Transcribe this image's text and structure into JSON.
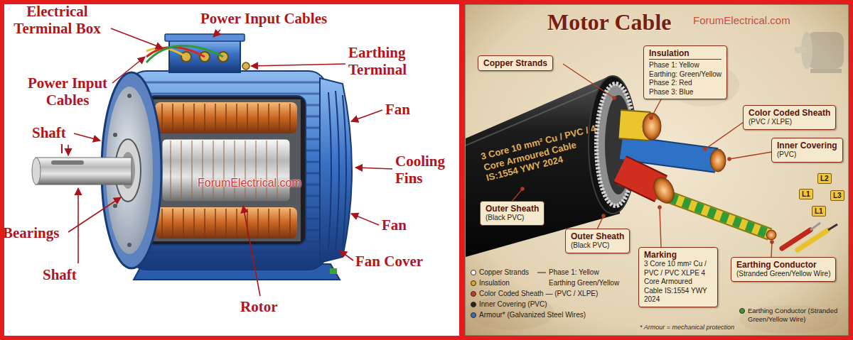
{
  "diagram": {
    "title": "Motor Cable",
    "nodes": [
      {
        "text": [
          "Copper Strands"
        ]
      },
      {
        "text": [
          "Insulation",
          "Phase 1: Yellow",
          "Earthing: Green/Yellow",
          "Phase 2: Red",
          "Phase 3: Blue"
        ]
      },
      {
        "text": [
          "Color Coded Sheath",
          "(PVC / XLPE)"
        ]
      },
      {
        "text": [
          "Inner Covering",
          "(PVC)"
        ]
      },
      {
        "text": [
          "L2"
        ]
      },
      {
        "text": [
          "L1"
        ]
      },
      {
        "text": [
          "L3"
        ]
      },
      {
        "text": [
          "L1"
        ]
      },
      {
        "text": [
          "Outer Sheath",
          "(Black PVC)"
        ]
      },
      {
        "text": [
          "Outer Sheath",
          "(Black PVC)"
        ]
      },
      {
        "text": [
          "Marking",
          "3 Core 10 mm² Cu / PVC / PVC XLPE 4 Core Armoured Cable IS:1554 YWY 2024"
        ]
      },
      {
        "text": [
          "Earthing Conductor",
          "(Stranded Green/Yellow Wire)"
        ]
      }
    ],
    "labels": [
      "Electrical Terminal Box",
      "Power Input Cables",
      "Earthing Terminal",
      "Power Input Cables",
      "Fan",
      "Shaft",
      "Cooling Fins",
      "ForumElectrical.com",
      "Fan",
      "Bearings",
      "Fan Cover",
      "Shaft",
      "Rotor",
      "ForumElectrical.com",
      "3 Core 10 mm² Cu / PVC / 4 Core Armoured Cable IS:1554 YWY 2024",
      "Phase 1: Yellow",
      "Earthing Green/Yellow",
      "* Armour = mechanical protection"
    ],
    "legend": [
      {
        "text": "Copper Strands",
        "color": "#ffffff"
      },
      {
        "text": "Insulation",
        "color": "#e0a820"
      },
      {
        "text": "Color Coded Sheath — (PVC / XLPE)",
        "color": "#c0392b"
      },
      {
        "text": "Inner Covering (PVC)",
        "color": "#222222"
      },
      {
        "text": "Armour* (Galvanized Steel Wires)",
        "color": "#2e6fbf"
      },
      {
        "text": "Earthing Conductor (Stranded Green/Yellow Wire)",
        "color": "#3a9a3a"
      }
    ]
  }
}
